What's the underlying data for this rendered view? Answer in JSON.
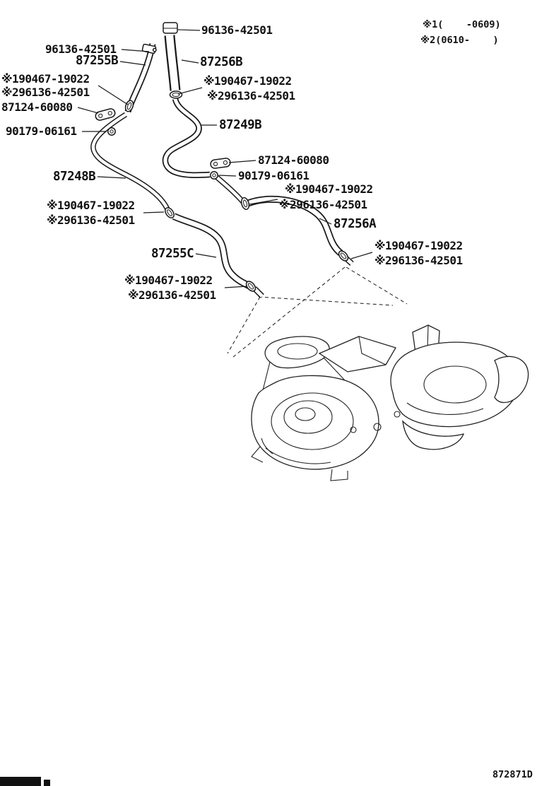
{
  "page": {
    "diagram_code": "872871D",
    "background": "#ffffff",
    "line_color": "#1a1a1a"
  },
  "legend": {
    "note1": "※1(    -0609)",
    "note2": "※2(0610-    )"
  },
  "labels": [
    {
      "text": "96136-42501"
    },
    {
      "text": "96136-42501"
    },
    {
      "text": "87255B"
    },
    {
      "text": "87256B"
    },
    {
      "text": "※190467-19022"
    },
    {
      "text": "※296136-42501"
    },
    {
      "text": "87124-60080"
    },
    {
      "text": "90179-06161"
    },
    {
      "text": "※190467-19022"
    },
    {
      "text": "※296136-42501"
    },
    {
      "text": "87249B"
    },
    {
      "text": "87124-60080"
    },
    {
      "text": "90179-06161"
    },
    {
      "text": "※190467-19022"
    },
    {
      "text": "※296136-42501"
    },
    {
      "text": "87248B"
    },
    {
      "text": "※190467-19022"
    },
    {
      "text": "※296136-42501"
    },
    {
      "text": "87256A"
    },
    {
      "text": "87255C"
    },
    {
      "text": "※190467-19022"
    },
    {
      "text": "※296136-42501"
    },
    {
      "text": "※190467-19022"
    },
    {
      "text": "※296136-42501"
    }
  ]
}
